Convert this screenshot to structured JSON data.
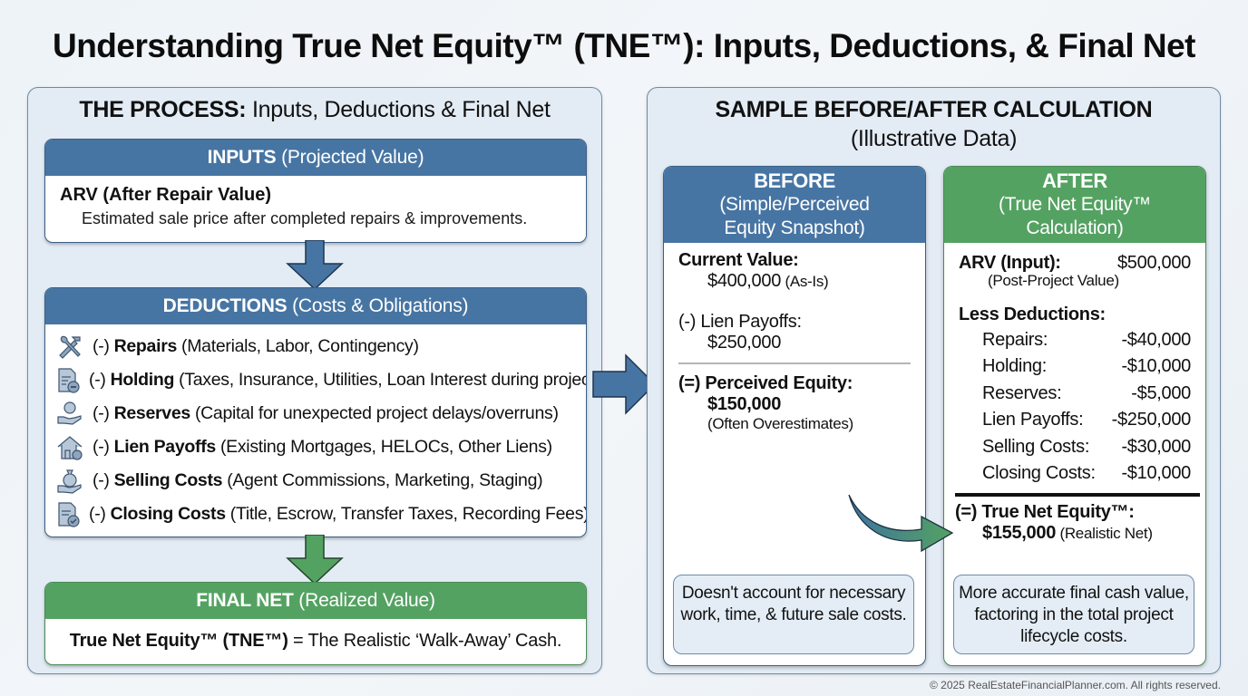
{
  "title": "Understanding True Net Equity™ (TNE™): Inputs, Deductions, & Final Net",
  "process": {
    "heading_bold": "THE PROCESS:",
    "heading_rest": " Inputs, Deductions & Final Net",
    "inputs": {
      "header_bold": "INPUTS",
      "header_rest": " (Projected Value)",
      "item_title": "ARV (After Repair Value)",
      "item_desc": "Estimated sale price after completed repairs & improvements."
    },
    "deductions": {
      "header_bold": "DEDUCTIONS",
      "header_rest": " (Costs & Obligations)",
      "items": [
        {
          "icon": "tools-icon",
          "prefix": "(-)",
          "label": "Repairs",
          "desc": "(Materials, Labor, Contingency)"
        },
        {
          "icon": "document-minus-icon",
          "prefix": "(-)",
          "label": "Holding",
          "desc": "(Taxes, Insurance, Utilities, Loan Interest during project)"
        },
        {
          "icon": "hand-coin-icon",
          "prefix": "(-)",
          "label": "Reserves",
          "desc": "(Capital for unexpected project delays/overruns)"
        },
        {
          "icon": "house-dollar-icon",
          "prefix": "(-)",
          "label": "Lien Payoffs",
          "desc": "(Existing Mortgages, HELOCs, Other Liens)"
        },
        {
          "icon": "hand-moneybag-icon",
          "prefix": "(-)",
          "label": "Selling Costs",
          "desc": "(Agent Commissions, Marketing, Staging)"
        },
        {
          "icon": "document-check-icon",
          "prefix": "(-)",
          "label": "Closing Costs",
          "desc": "(Title, Escrow, Transfer Taxes, Recording Fees)"
        }
      ]
    },
    "final": {
      "header_bold": "FINAL NET",
      "header_rest": " (Realized Value)",
      "text_bold": "True Net Equity™ (TNE™)",
      "text_rest": " = The Realistic ‘Walk-Away’ Cash."
    }
  },
  "sample": {
    "heading": "SAMPLE BEFORE/AFTER CALCULATION",
    "subheading": "(Illustrative Data)",
    "before": {
      "title": "BEFORE",
      "subtitle_1": "(Simple/Perceived",
      "subtitle_2": "Equity Snapshot)",
      "current_value_label": "Current Value:",
      "current_value": "$400,000",
      "current_value_note": " (As-Is)",
      "lien_label": "(-) Lien Payoffs:",
      "lien_value": "$250,000",
      "perceived_label": "(=) Perceived Equity:",
      "perceived_value": "$150,000",
      "perceived_note": "(Often Overestimates)",
      "note": "Doesn't account for necessary work, time, & future sale costs."
    },
    "after": {
      "title": "AFTER",
      "subtitle_1": "(True Net Equity™",
      "subtitle_2": "Calculation)",
      "arv_label": "ARV (Input):",
      "arv_value": "$500,000",
      "arv_note": "(Post-Project Value)",
      "less_label": "Less Deductions:",
      "deductions": [
        {
          "label": "Repairs:",
          "value": "-$40,000"
        },
        {
          "label": "Holding:",
          "value": "-$10,000"
        },
        {
          "label": "Reserves:",
          "value": "-$5,000"
        },
        {
          "label": "Lien Payoffs:",
          "value": "-$250,000"
        },
        {
          "label": "Selling Costs:",
          "value": "-$30,000"
        },
        {
          "label": "Closing Costs:",
          "value": "-$10,000"
        }
      ],
      "tne_label": "(=) True Net Equity™:",
      "tne_value": "$155,000",
      "tne_note": " (Realistic Net)",
      "note": "More accurate final cash value, factoring in the total project lifecycle costs."
    }
  },
  "colors": {
    "blue": "#4775a3",
    "green": "#54a262",
    "panel_bg": "#e3ecf5"
  },
  "footer": "© 2025 RealEstateFinancialPlanner.com. All rights reserved."
}
